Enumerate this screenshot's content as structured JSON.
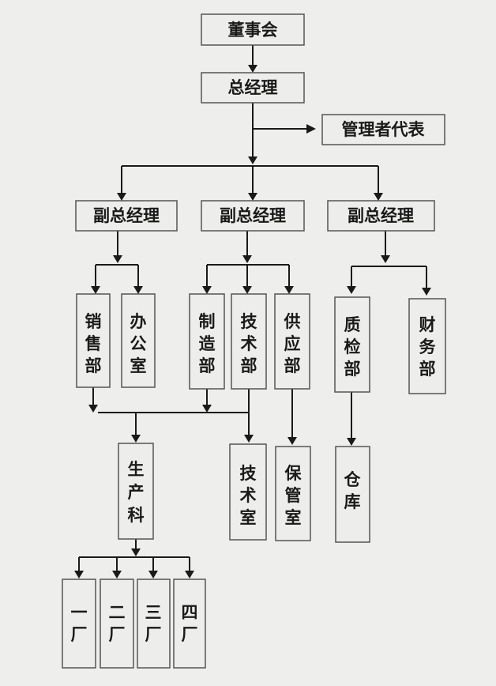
{
  "nodes": {
    "board": "董事会",
    "gm": "总经理",
    "rep": "管理者代表",
    "vgm1": "副总经理",
    "vgm2": "副总经理",
    "vgm3": "副总经理",
    "sales": "销售部",
    "office": "办公室",
    "mfg": "制造部",
    "tech": "技术部",
    "supply": "供应部",
    "qc": "质检部",
    "finance": "财务部",
    "production": "生产科",
    "techroom": "技术室",
    "storage": "保管室",
    "warehouse": "仓库",
    "f1": "一厂",
    "f2": "二厂",
    "f3": "三厂",
    "f4": "四厂"
  }
}
